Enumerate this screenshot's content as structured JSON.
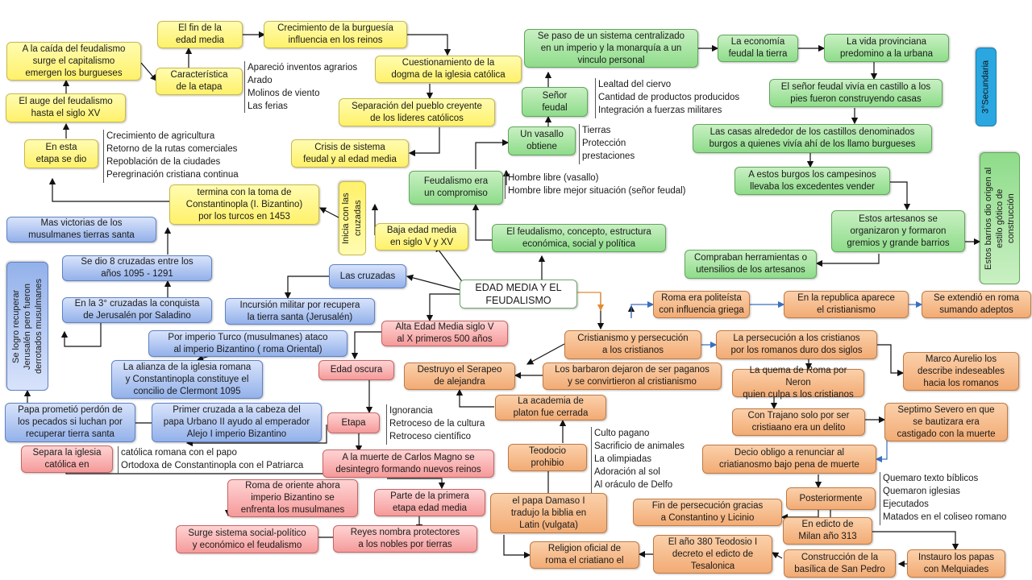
{
  "center": "EDAD MEDIA Y EL FEUDALISMO",
  "tag": "3°Secundaria",
  "yellow": {
    "fin_edad_media": "El fin de la\nedad media",
    "crecimiento_burguesia": "Crecimiento de la burguesía\ninfluencia en los reinos",
    "caida_feudalismo": "A la caída del feudalismo\nsurge el capitalismo\nemergen los burgueses",
    "caracteristica": "Característica\nde la etapa",
    "cuestionamiento": "Cuestionamiento de la\ndogma de la iglesia católica",
    "auge": "El auge del feudalismo\nhasta el siglo XV",
    "separacion": "Separación del pueblo creyente\nde los lideres católicos",
    "en_esta_etapa": "En esta\netapa se dio",
    "crisis": "Crisis de sistema\nfeudal y al edad media",
    "termina": "termina con la toma de\nConstantinopla (I. Bizantino)\npor los turcos en 1453",
    "inicia_cruzadas": "Inicia con las\ncruzadas",
    "baja_edad": "Baja edad media\nen siglo V y XV"
  },
  "lists": {
    "caracteristica": "Apareció inventos agrarios\nArado\nMolinos de viento\nLas ferias",
    "etapa": "Crecimiento de agricultura\nRetorno de la rutas comerciales\nRepoblación de la ciudades\nPeregrinación cristiana continua",
    "senor": "Lealtad del ciervo\nCantidad de productos producidos\nIntegración a fuerzas militares",
    "vasallo": "Tierras\nProtección\nprestaciones",
    "compromiso": "Hombre libre (vasallo)\nHombre libre mejor situación (señor feudal)",
    "ignorancia": "Ignorancia\nRetroceso de la cultura\nRetroceso científico",
    "iglesia": "católica romana con el papo\nOrtodoxa de Constantinopla  con el Patriarca",
    "culto": "Culto pagano\nSacrificio de animales\nLa olimpiadas\nAdoración al sol\nAl oráculo de Delfo",
    "posteriormente": "Quemaro texto bíblicos\nQuemaron iglesias\nEjecutados\nMatados  en el coliseo romano"
  },
  "green": {
    "sistema_centralizado": "Se paso de un sistema centralizado\nen un imperio y la monarquía a un\nvinculo personal",
    "economia_feudal": "La economía\nfeudal la tierra",
    "vida_provinciana": "La vida provinciana\npredomino a la urbana",
    "senor_feudal": "Señor\nfeudal",
    "senor_castillo": "El señor feudal vivía en castillo a los\npies fueron construyendo casas",
    "vasallo": "Un vasallo\nobtiene",
    "casas": "Las casas alrededor de los castillos denominados\nburgos a quienes vivía ahí de los llamo burgueses",
    "compromiso": "Feudalismo era\nun compromiso",
    "burgos": "A estos burgos los campesinos\nllevaba los excedentes vender",
    "artesanos": "Estos artesanos se\norganizaron y formaron\ngremios y grande barrios",
    "barrios": "Estos barrios dio origen al\nestilo gótico de\nconstrucción",
    "concepto": "El feudalismo, concepto, estructura\neconómica, social y política",
    "herramientas": "Compraban herramientas o\nutensilios de los artesanos"
  },
  "blue": {
    "victorias": "Mas victorias de los\nmusulmanes  tierras santa",
    "ocho_cruzadas": "Se dio 8 cruzadas entre los\naños 1095 - 1291",
    "recuperar": "Se logro recuperar\nJerusalén pero fueron\nderrotados musulmanes",
    "cruzadas": "Las cruzadas",
    "tercera": "En la 3° cruzadas la conquista\nde Jerusalén por Saladino",
    "incursion": "Incursión militar por recupera\nla tierra santa (Jerusalén)",
    "imperio_turco": "Por imperio Turco (musulmanes) ataco\nal imperio Bizantino  ( roma Oriental)",
    "alianza": "La alianza de la iglesia romana\ny Constantinopla constituye el\nconcilio de Clermont 1095",
    "perdon": "Papa prometió perdón de\nlos pecados si luchan por\nrecuperar tierra santa",
    "primer_cruzada": "Primer cruzada a la cabeza del\npapa Urbano II ayudo al emperador\nAlejo I imperio Bizantino"
  },
  "red": {
    "alta_edad": "Alta Edad Media siglo V\nal X primeros 500 años",
    "edad_oscura": "Edad oscura",
    "etapa": "Etapa",
    "separa_iglesia": "Separa la iglesia\ncatólica en",
    "carlos_magno": "A la muerte de Carlos Magno se\ndesintegro formando nuevos reinos",
    "roma_oriente": "Roma de oriente ahora\nimperio Bizantino se\nenfrenta los musulmanes",
    "primera_etapa": "Parte de la primera\netapa edad media",
    "sistema_social": "Surge sistema social-político\ny económico el feudalismo",
    "reyes": "Reyes  nombra  protectores\na los nobles por tierras"
  },
  "orange": {
    "politeista": "Roma era politeísta\ncon influencia griega",
    "republica": "En la republica aparece\nel cristianismo",
    "extendio": "Se extendió en roma\nsumando adeptos",
    "cristianismo": "Cristianismo  y persecución\na los cristianos",
    "persecucion": "La persecución a los cristianos\npor los romanos duro dos siglos",
    "marco_aurelio": "Marco Aurelio los\ndescribe indeseables\nhacia los romanos",
    "serapeo": "Destruyo el Serapeo\nde alejandra",
    "barbaros": "Los barbaron dejaron de ser paganos\ny se convirtieron al cristianismo",
    "quema_roma": "La quema de Roma por Neron\nquien culpa s los cristianos",
    "academia": "La academia de\nplaton fue cerrada",
    "trajano": "Con Trajano solo por ser\ncristiaano era un delito",
    "septimo": "Septimo Severo en que\nse bautizara era\ncastigado con la muerte",
    "teodocio": "Teodocio\nprohibio",
    "decio": "Decio obligo a renunciar al\ncriatianosmo bajo pena de muerte",
    "papa_damaso": "el papa Damaso  I\ntradujo la biblia en\nLatin (vulgata)",
    "posteriormente": "Posteriormente",
    "fin_persecucion": "Fin de persecución gracias\na Constantino  y Licinio",
    "edicto_milan": "En edicto de\nMilan año 313",
    "religion_oficial": "Religion oficial de\nroma el criatiano el",
    "ano_380": "El año 380 Teodosio I\ndecreto el edicto de\nTesalonica",
    "basilica": "Construcción de la\nbasílica de San Pedro",
    "papas": "Instauro los papas\ncon Melquiades"
  }
}
